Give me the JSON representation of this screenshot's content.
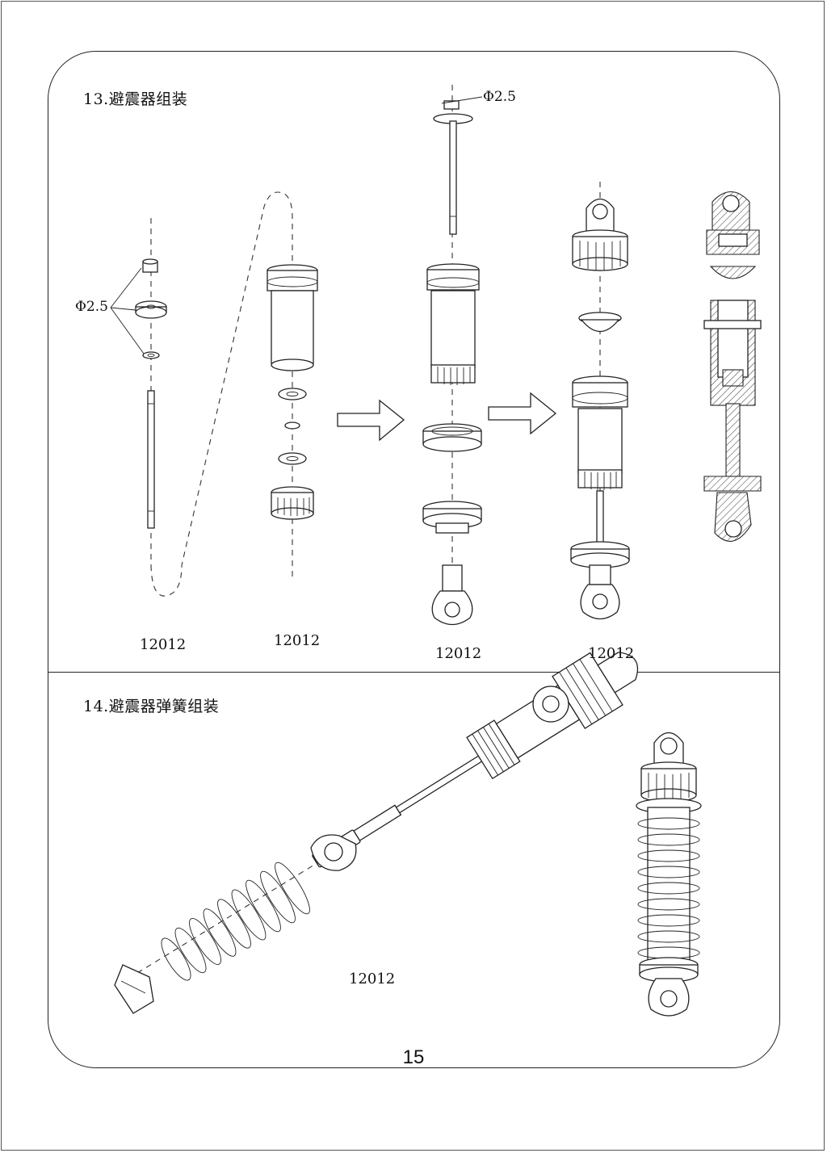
{
  "page_number": "15",
  "step13": {
    "title": "13.避震器组装",
    "phi_left": "Φ2.5",
    "phi_top": "Φ2.5",
    "labels": [
      "12012",
      "12012",
      "12012",
      "12012"
    ]
  },
  "step14": {
    "title": "14.避震器弹簧组装",
    "label": "12012"
  }
}
